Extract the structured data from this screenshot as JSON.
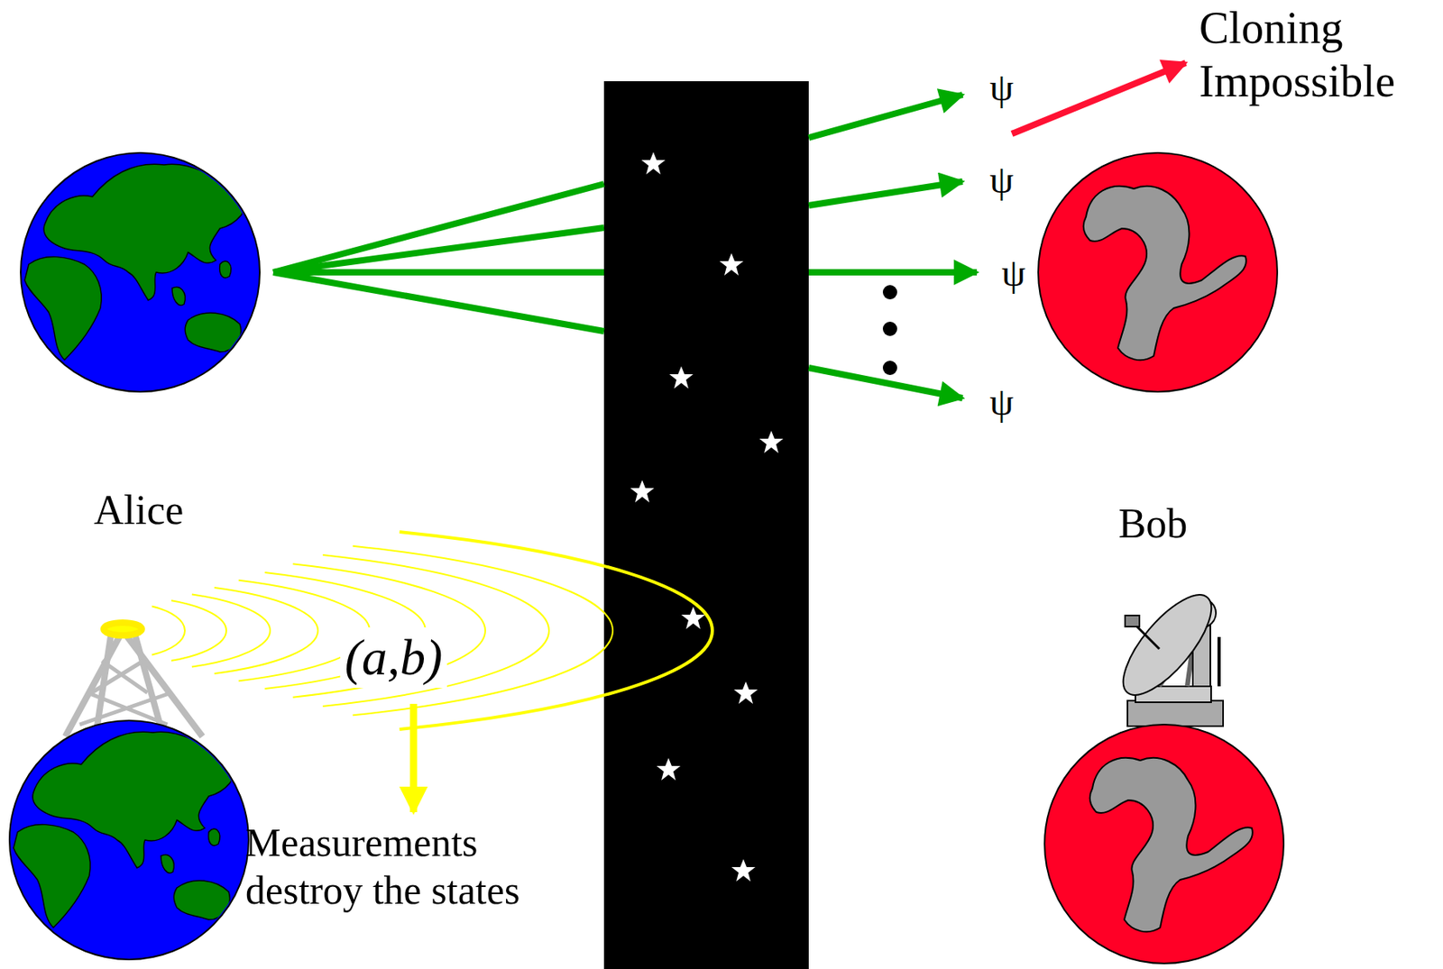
{
  "diagram": {
    "labels": [
      "Cloning Impossible",
      "ψ",
      "ψ",
      "ψ",
      "ψ",
      "Alice",
      "Bob",
      "(a,b)",
      "Measurements destroy the states"
    ]
  }
}
